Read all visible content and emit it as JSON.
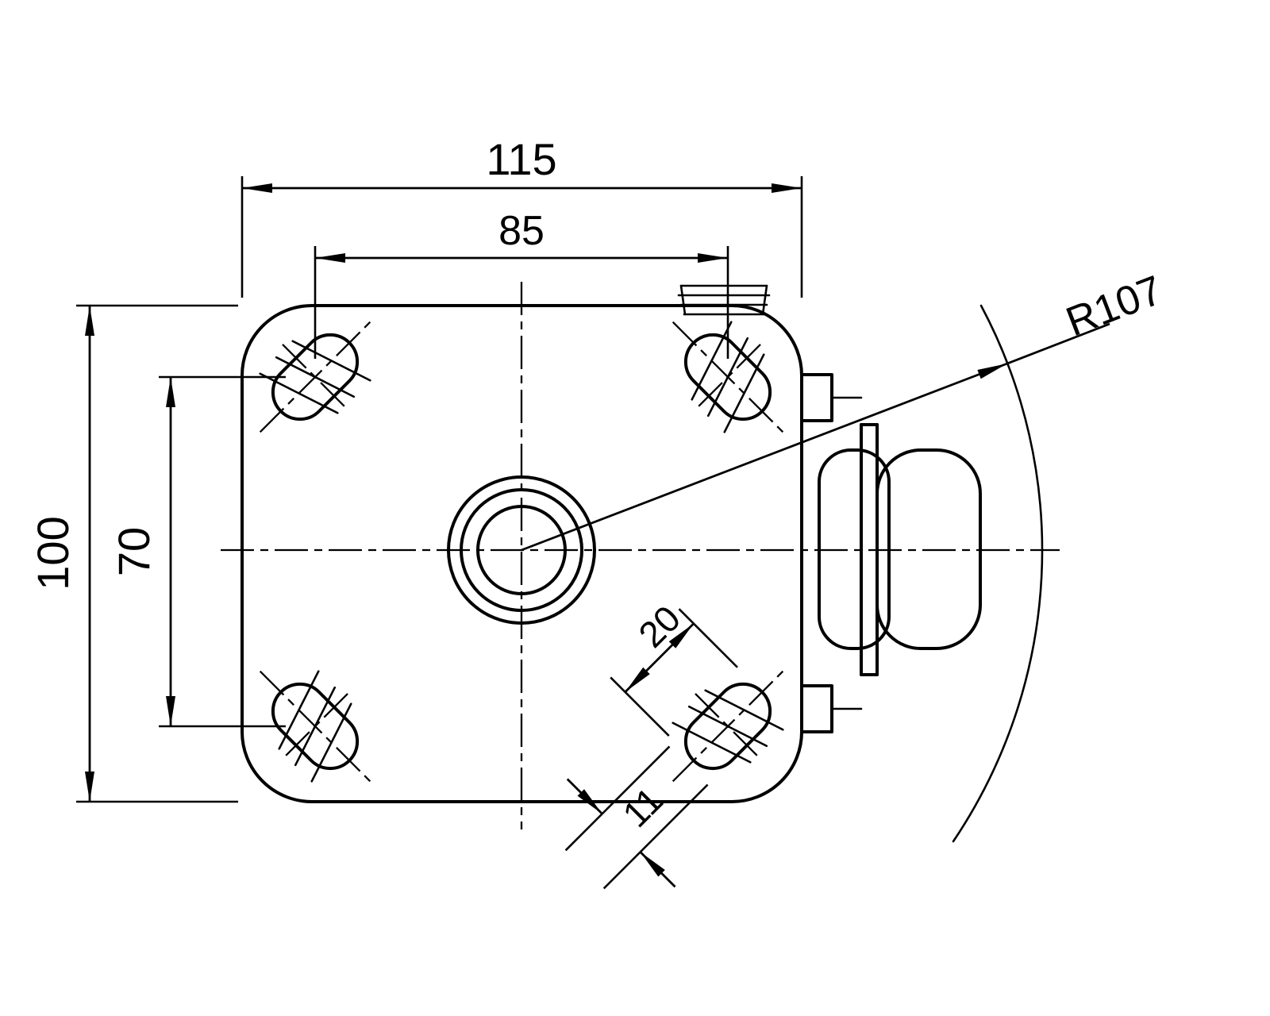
{
  "drawing": {
    "labels": {
      "plate_width": "115",
      "hole_spacing_h": "85",
      "plate_height": "100",
      "hole_spacing_v": "70",
      "slot_length": "20",
      "slot_width": "11",
      "swivel_radius": "R107"
    }
  }
}
